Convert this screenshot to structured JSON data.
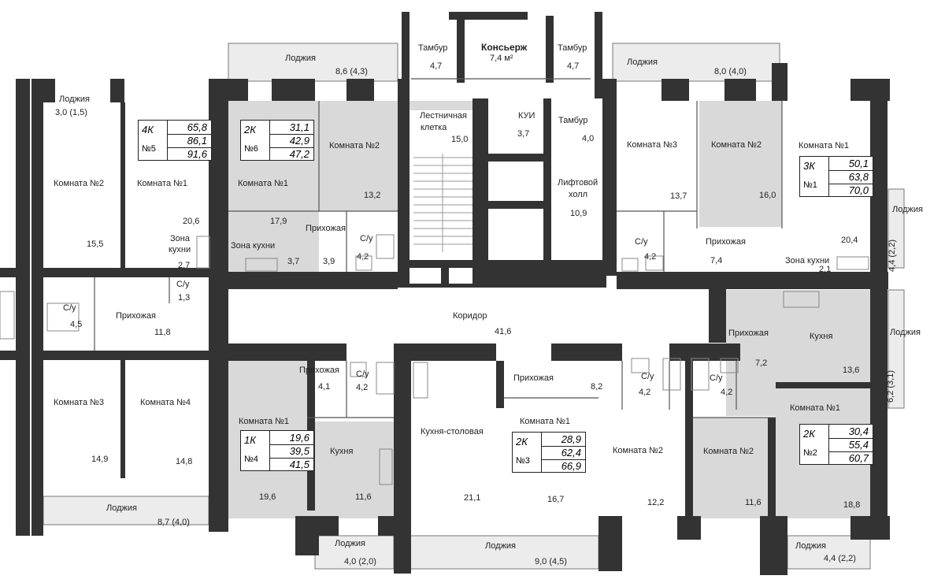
{
  "colors": {
    "wall": "#333333",
    "unit_fill": "#d9d9d9",
    "common_fill": "#ffffff",
    "balcony_fill": "#ececec"
  },
  "top": {
    "tambur_left": {
      "label": "Тамбур",
      "area": "4,7"
    },
    "concierge": {
      "label": "Консьерж",
      "area": "7,4 м²"
    },
    "tambur_right": {
      "label": "Тамбур",
      "area": "4,7"
    },
    "loggia_left": {
      "label": "Лоджия",
      "area": "8,6  (4,3)"
    },
    "loggia_right": {
      "label": "Лоджия",
      "area": "8,0  (4,0)"
    }
  },
  "core": {
    "stair": {
      "label1": "Лестничная",
      "label2": "клетка",
      "area": "15,0"
    },
    "kui": {
      "label": "КУИ",
      "area": "3,7"
    },
    "tambur": {
      "label": "Тамбур",
      "area": "4,0"
    },
    "lift_hall": {
      "label1": "Лифтовой",
      "label2": "холл",
      "area": "10,9"
    },
    "corridor": {
      "label": "Коридор",
      "area": "41,6"
    }
  },
  "apt5": {
    "loggia": {
      "label": "Лоджия",
      "area": "3,0  (1,5)"
    },
    "box": {
      "code": "4К",
      "no": "№5",
      "v1": "65,8",
      "v2": "86,1",
      "v3": "91,6"
    },
    "room2": {
      "label": "Комната №2",
      "area": "15,5"
    },
    "room1": {
      "label": "Комната №1",
      "area": "20,6"
    },
    "kitchen_zone": {
      "label1": "Зона",
      "label2": "кухни",
      "area": "2,7"
    },
    "bath": {
      "label": "С/у",
      "area": "4,5"
    },
    "hall": {
      "label": "Прихожая",
      "area": "11,8"
    },
    "wc": {
      "label": "С/у",
      "area": "1,3"
    },
    "room3": {
      "label": "Комната №3",
      "area": "14,9"
    },
    "room4": {
      "label": "Комната №4",
      "area": "14,8"
    },
    "loggia_bottom": {
      "label": "Лоджия",
      "area": "8,7  (4,0)"
    }
  },
  "apt6": {
    "box": {
      "code": "2К",
      "no": "№6",
      "v1": "31,1",
      "v2": "42,9",
      "v3": "47,2"
    },
    "room1": {
      "label": "Комната №1",
      "area": "17,9"
    },
    "room2": {
      "label": "Комната №2",
      "area": "13,2"
    },
    "kitchen_zone": {
      "label": "Зона кухни",
      "area": "3,7"
    },
    "hall": {
      "label": "Прихожая",
      "area": "3,9"
    },
    "bath": {
      "label": "С/у",
      "area": "4,2"
    }
  },
  "apt4": {
    "box": {
      "code": "1К",
      "no": "№4",
      "v1": "19,6",
      "v2": "39,5",
      "v3": "41,5"
    },
    "room1": {
      "label": "Комната №1",
      "area": "19,6"
    },
    "hall": {
      "label": "Прихожая",
      "area": "4,1"
    },
    "bath": {
      "label": "С/у",
      "area": "4,2"
    },
    "kitchen": {
      "label": "Кухня",
      "area": "11,6"
    },
    "loggia": {
      "label": "Лоджия",
      "area": "4,0  (2,0)"
    }
  },
  "apt3": {
    "box": {
      "code": "2К",
      "no": "№3",
      "v1": "28,9",
      "v2": "62,4",
      "v3": "66,9"
    },
    "kitchen_dining": {
      "label": "Кухня-столовая",
      "area": "21,1"
    },
    "hall": {
      "label": "Прихожая",
      "area": "8,2"
    },
    "bath": {
      "label": "С/у",
      "area": "4,2"
    },
    "room1": {
      "label": "Комната №1",
      "area": "16,7"
    },
    "room2": {
      "label": "Комната №2",
      "area": "12,2"
    },
    "loggia": {
      "label": "Лоджия",
      "area": "9,0  (4,5)"
    }
  },
  "apt1": {
    "box": {
      "code": "3К",
      "no": "№1",
      "v1": "50,1",
      "v2": "63,8",
      "v3": "70,0"
    },
    "room3": {
      "label": "Комната №3",
      "area": "13,7"
    },
    "room2": {
      "label": "Комната №2",
      "area": "16,0"
    },
    "room1": {
      "label": "Комната №1",
      "area": "20,4"
    },
    "bath": {
      "label": "С/у",
      "area": "4,2"
    },
    "hall": {
      "label": "Прихожая",
      "area": "7,4"
    },
    "kitchen_zone": {
      "label": "Зона кухни",
      "area": "2,1"
    },
    "loggia": {
      "label": "Лоджия",
      "area": "4,4  (2,2)"
    }
  },
  "apt2": {
    "box": {
      "code": "2К",
      "no": "№2",
      "v1": "30,4",
      "v2": "55,4",
      "v3": "60,7"
    },
    "hall": {
      "label": "Прихожая",
      "area": "7,2"
    },
    "kitchen": {
      "label": "Кухня",
      "area": "13,6"
    },
    "bath": {
      "label": "С/у",
      "area": "4,2"
    },
    "room2": {
      "label": "Комната №2",
      "area": "11,6"
    },
    "room1": {
      "label": "Комната №1",
      "area": "18,8"
    },
    "loggia_right": {
      "label": "Лоджия",
      "area": "6,2  (3,1)"
    },
    "loggia_bottom": {
      "label": "Лоджия",
      "area": "4,4  (2,2)"
    }
  }
}
